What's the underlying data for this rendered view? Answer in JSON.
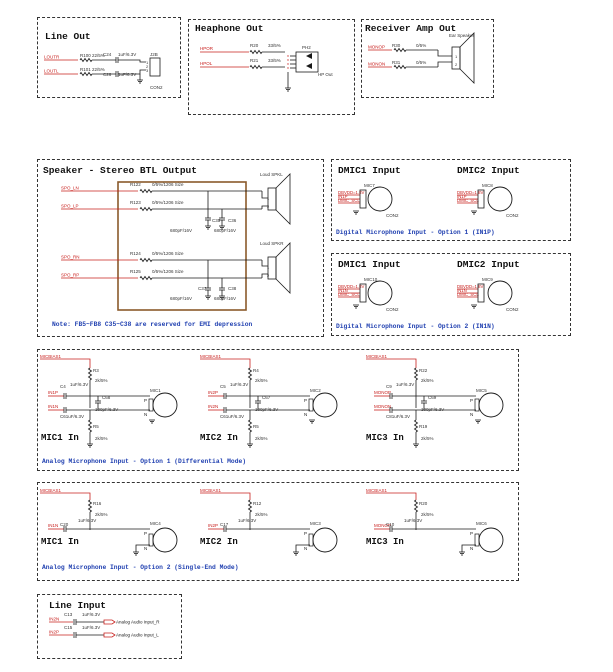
{
  "line_out": {
    "title": "Line Out",
    "nets": [
      "LOUTR",
      "LOUTL"
    ],
    "resistors": [
      [
        "R100",
        "22/5%"
      ],
      [
        "R101",
        "22/5%"
      ]
    ],
    "caps": [
      [
        "C24",
        "1uF/6.3V"
      ],
      [
        "C26",
        "1uF/6.3V"
      ]
    ],
    "pins": [
      "1",
      "2",
      "3"
    ],
    "connector": "J2B",
    "connector_name": "CON2"
  },
  "headphone_out": {
    "title": "Heaphone Out",
    "nets": [
      "HPOR",
      "HPOL"
    ],
    "resistors": [
      [
        "R20",
        "33/5%"
      ],
      [
        "R21",
        "33/5%"
      ]
    ],
    "jack": "PH2",
    "jack_label": "HP Out"
  },
  "receiver_amp": {
    "title": "Receiver Amp Out",
    "nets": [
      "MONOP",
      "MONON"
    ],
    "resistors": [
      [
        "R30",
        "0/5%"
      ],
      [
        "R31",
        "0/5%"
      ]
    ],
    "speaker": "Ear Speaker",
    "pins": [
      "1",
      "2"
    ]
  },
  "speaker_btl": {
    "title": "Speaker - Stereo BTL Output",
    "nets": [
      "SPO_LN",
      "SPO_LP",
      "SPO_RN",
      "SPO_RP"
    ],
    "resistors": [
      [
        "R122",
        "0/5%/1206 Size"
      ],
      [
        "R123",
        "0/5%/1206 Size"
      ],
      [
        "R124",
        "0/5%/1206 Size"
      ],
      [
        "R125",
        "0/5%/1206 Size"
      ]
    ],
    "caps": [
      [
        "C35",
        "680pF/16V"
      ],
      [
        "C36",
        "680pF/16V"
      ],
      [
        "C37",
        "680pF/16V"
      ],
      [
        "C38",
        "680pF/16V"
      ]
    ],
    "speakers": [
      "Loud SPKL",
      "Loud SPKR"
    ],
    "pins": [
      "1",
      "2"
    ],
    "note": "Note: FB5~FB8 C35~C38 are reserved for EMI depression"
  },
  "dmic_opt1": {
    "title1": "DMIC1 Input",
    "title2": "DMIC2 Input",
    "mic1": "MIC7",
    "mic2": "MIC8",
    "nets1": [
      "DBVDD=1.8V",
      "IN1P",
      "DMIC_SCL"
    ],
    "nets2": [
      "DBVDD=1.8V",
      "IN1P",
      "DMIC_SCL"
    ],
    "con": "CON2",
    "caption": "Digital Microphone Input - Option 1 (IN1P)"
  },
  "dmic_opt2": {
    "title1": "DMIC1 Input",
    "title2": "DMIC2 Input",
    "mic1": "MIC10",
    "mic2": "MIC9",
    "nets1": [
      "DBVDD=1.8V",
      "IN1N",
      "DMIC_SCL"
    ],
    "nets2": [
      "DBVDD=1.8V",
      "IN1N",
      "DMIC_SCL"
    ],
    "con": "CON2",
    "caption": "Digital Microphone Input - Option 2 (IN1N)"
  },
  "amic_diff": {
    "caption": "Analog Microphone Input - Option 1 (Differential Mode)",
    "bias": "MICBIAS1",
    "channels": [
      {
        "title": "MIC1 In",
        "mic": "MIC1",
        "pos": "IN1P",
        "neg": "IN1N",
        "r_top": "R3",
        "r_bot": "R5",
        "r_val": "2k/5%",
        "c_pos": "C4",
        "c_neg": "C6",
        "c_val": "1uF/6.3V",
        "c_mid": "C68",
        "c_mid_val": "100pF/6.3V"
      },
      {
        "title": "MIC2 In",
        "mic": "MIC2",
        "pos": "IN2P",
        "neg": "IN2N",
        "r_top": "R4",
        "r_bot": "R5",
        "r_val": "2k/5%",
        "c_pos": "C5",
        "c_neg": "C6",
        "c_val": "1uF/6.3V",
        "c_mid": "C67",
        "c_mid_val": "100pF/6.3V"
      },
      {
        "title": "MIC3 In",
        "mic": "MIC5",
        "pos": "MONOP",
        "neg": "MONON",
        "r_top": "R22",
        "r_bot": "R19",
        "r_val": "2k/5%",
        "c_pos": "C9",
        "c_neg": "C8",
        "c_val": "1uF/6.3V",
        "c_mid": "C69",
        "c_mid_val": "100pF/6.3V"
      }
    ],
    "pins": [
      "P",
      "N"
    ]
  },
  "amic_se": {
    "caption": "Analog Microphone Input - Option 2 (Single-End Mode)",
    "bias": "MICBIAS1",
    "channels": [
      {
        "title": "MIC1 In",
        "mic": "MIC4",
        "net": "IN1N",
        "r": "R16",
        "r_val": "2k/5%",
        "c": "C20",
        "c_val": "1uF/6.3V"
      },
      {
        "title": "MIC2 In",
        "mic": "MIC3",
        "net": "IN2P",
        "r": "R12",
        "r_val": "2k/5%",
        "c": "C17",
        "c_val": "1uF/6.3V"
      },
      {
        "title": "MIC3 In",
        "mic": "MIC6",
        "net": "MONOP",
        "r": "R20",
        "r_val": "2k/5%",
        "c": "C10",
        "c_val": "1uF/6.3V"
      }
    ],
    "pins": [
      "P",
      "N"
    ]
  },
  "line_input": {
    "title": "Line Input",
    "rows": [
      {
        "net": "IN2N",
        "cap": "C13",
        "val": "1uF/6.3V",
        "out": "Analog Audio Input_R"
      },
      {
        "net": "IN2P",
        "cap": "C15",
        "val": "1uF/6.3V",
        "out": "Analog Audio Input_L"
      }
    ]
  },
  "colors": {
    "net": "#c8201e",
    "wire": "#1a1a1a",
    "caption": "#1f3fb0",
    "frame": "#8a5a2b",
    "label": "#333333"
  }
}
